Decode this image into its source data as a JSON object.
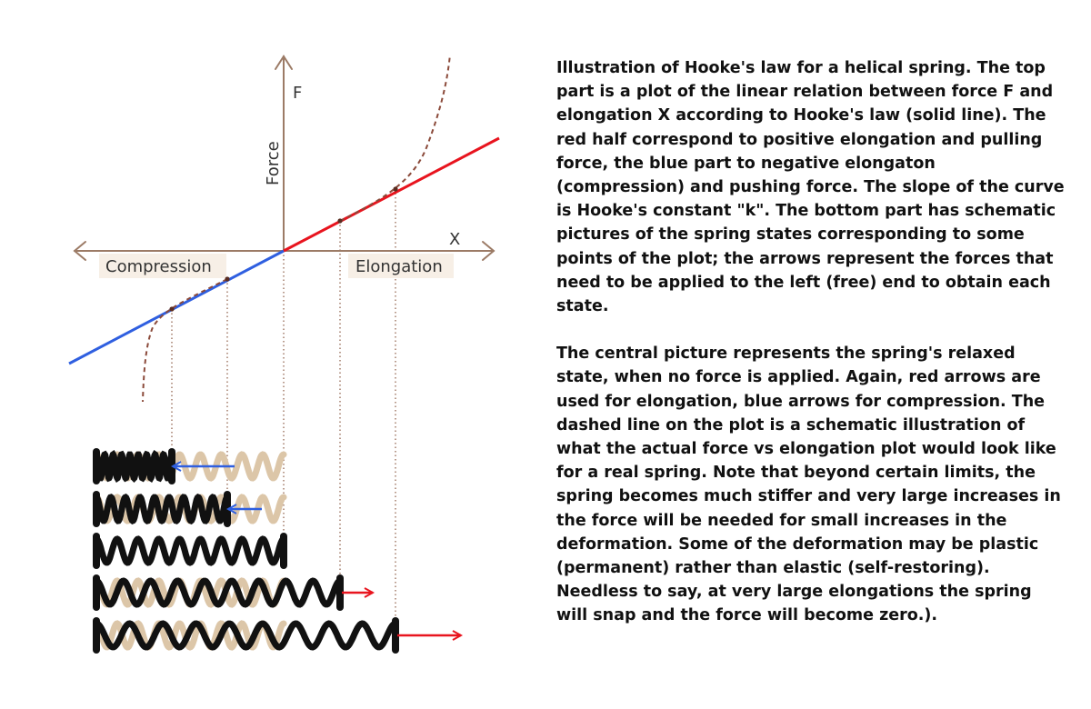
{
  "diagram": {
    "axis_y_letter": "F",
    "axis_y_title": "Force",
    "axis_x_letter": "X",
    "label_left": "Compression",
    "label_right": "Elongation"
  },
  "caption": {
    "paragraph_1": "Illustration of Hooke's law for a helical spring. The top part is a plot of the linear relation between force F and elongation X according to Hooke's law (solid line). The red half correspond to positive elongation and pulling force, the blue part to negative elongaton (compression) and pushing force. The slope of the curve is Hooke's constant \"k\". The bottom part has schematic pictures of the spring states corresponding to some points of the plot; the arrows represent the forces that need to be applied to the left (free) end to obtain each state.",
    "paragraph_2": "The central picture represents the spring's relaxed state, when no force is applied. Again, red arrows are used for elongation, blue arrows for compression. The dashed line on the plot is a schematic illustration of what the actual force vs elongation plot would look like for a real spring. Note that beyond certain limits, the spring becomes much stiffer and very large increases in the force will be needed for small increases in the deformation. Some of the deformation may be plastic (permanent) rather than elastic (self-restoring). Needless to say, at very large elongations the spring will snap and the force will become zero.)."
  },
  "colors": {
    "axis": "#9c7b66",
    "elongation": "#e8141e",
    "compression": "#2f5fe0",
    "real_curve": "#8b4a3a",
    "label_bg": "#f7efe6",
    "spring_dark": "#111111",
    "spring_relaxed": "#dcc6a8"
  }
}
